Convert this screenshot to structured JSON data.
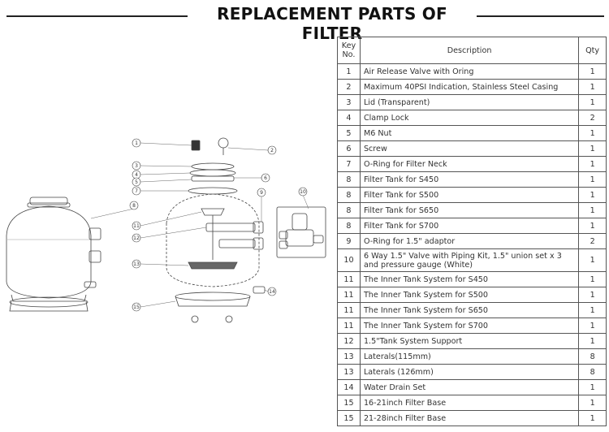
{
  "title": "REPLACEMENT PARTS OF FILTER",
  "table": {
    "headers": {
      "key": "Key No.",
      "description": "Description",
      "qty": "Qty"
    },
    "rows": [
      {
        "key": "1",
        "description": "Air Release Valve with Oring",
        "qty": "1"
      },
      {
        "key": "2",
        "description": "Maximum 40PSI Indication, Stainless Steel Casing",
        "qty": "1"
      },
      {
        "key": "3",
        "description": "Lid (Transparent)",
        "qty": "1"
      },
      {
        "key": "4",
        "description": "Clamp Lock",
        "qty": "2"
      },
      {
        "key": "5",
        "description": "M6 Nut",
        "qty": "1"
      },
      {
        "key": "6",
        "description": "Screw",
        "qty": "1"
      },
      {
        "key": "7",
        "description": "O-Ring for Filter Neck",
        "qty": "1"
      },
      {
        "key": "8",
        "description": "Filter Tank for S450",
        "qty": "1"
      },
      {
        "key": "8",
        "description": "Filter Tank for S500",
        "qty": "1"
      },
      {
        "key": "8",
        "description": "Filter Tank for S650",
        "qty": "1"
      },
      {
        "key": "8",
        "description": "Filter Tank for S700",
        "qty": "1"
      },
      {
        "key": "9",
        "description": "O-Ring for 1.5\" adaptor",
        "qty": "2"
      },
      {
        "key": "10",
        "description": "6 Way 1.5\" Valve with Piping Kit, 1.5\" union set x 3 and pressure gauge (White)",
        "qty": "1"
      },
      {
        "key": "11",
        "description": "The Inner Tank System for S450",
        "qty": "1"
      },
      {
        "key": "11",
        "description": "The Inner Tank System for S500",
        "qty": "1"
      },
      {
        "key": "11",
        "description": "The Inner Tank System for S650",
        "qty": "1"
      },
      {
        "key": "11",
        "description": "The Inner Tank System for S700",
        "qty": "1"
      },
      {
        "key": "12",
        "description": "1.5\"Tank System Support",
        "qty": "1"
      },
      {
        "key": "13",
        "description": "Laterals(115mm)",
        "qty": "8"
      },
      {
        "key": "13",
        "description": "Laterals (126mm)",
        "qty": "8"
      },
      {
        "key": "14",
        "description": "Water Drain Set",
        "qty": "1"
      },
      {
        "key": "15",
        "description": "16-21inch Filter Base",
        "qty": "1"
      },
      {
        "key": "15",
        "description": "21-28inch Filter Base",
        "qty": "1"
      }
    ]
  },
  "diagram": {
    "callouts": [
      "1",
      "2",
      "3",
      "4",
      "5",
      "6",
      "7",
      "8",
      "9",
      "10",
      "11",
      "12",
      "13",
      "14",
      "15"
    ]
  }
}
